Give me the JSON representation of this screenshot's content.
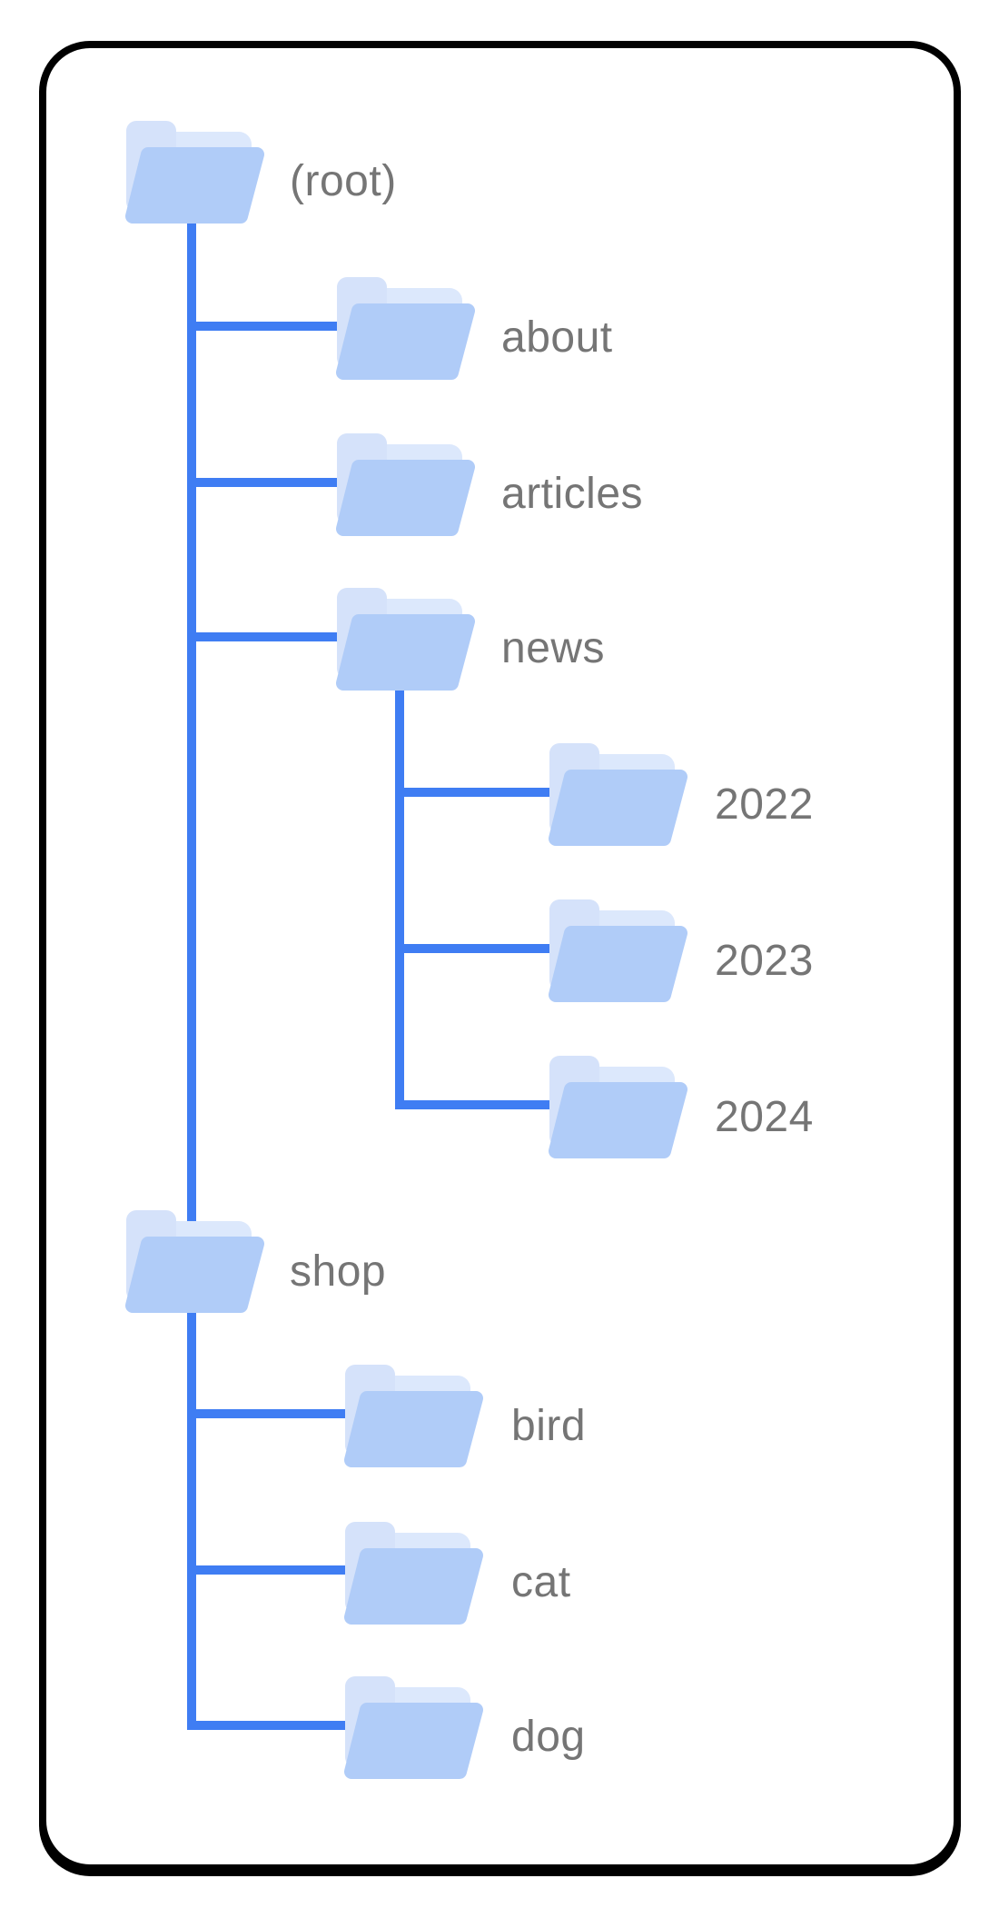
{
  "diagram": {
    "type": "folder-tree",
    "palette": {
      "connector_line": "#3F7DF3",
      "folder_front": "#B0CCF8",
      "folder_middle": "#DCE8FC",
      "folder_back": "#D5E2FA",
      "label_text": "#757575",
      "frame_border": "#000000",
      "background": "#FFFFFF"
    },
    "tree": {
      "label": "(root)",
      "children": [
        {
          "label": "about",
          "children": []
        },
        {
          "label": "articles",
          "children": []
        },
        {
          "label": "news",
          "children": [
            {
              "label": "2022",
              "children": []
            },
            {
              "label": "2023",
              "children": []
            },
            {
              "label": "2024",
              "children": []
            }
          ]
        },
        {
          "label": "shop",
          "children": [
            {
              "label": "bird",
              "children": []
            },
            {
              "label": "cat",
              "children": []
            },
            {
              "label": "dog",
              "children": []
            }
          ]
        }
      ]
    }
  }
}
